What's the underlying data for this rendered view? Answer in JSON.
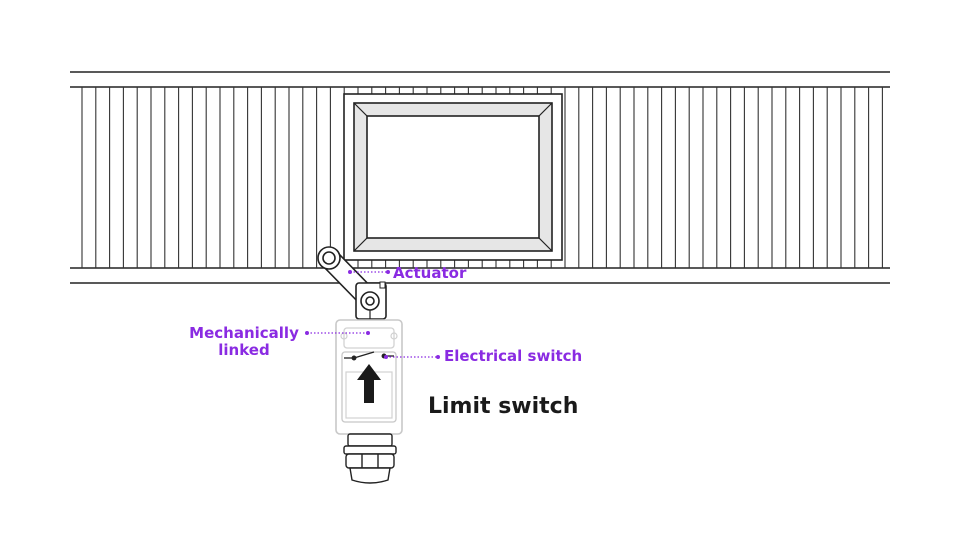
{
  "labels": {
    "actuator": "Actuator",
    "mechanically_linked": "Mechanically linked",
    "electrical_switch": "Electrical switch"
  },
  "title": "Limit switch",
  "colors": {
    "callout": "#8a2be2",
    "line": "#1a1a1a",
    "housing": "#c8c8c8",
    "arrow": "#1a1a1a"
  }
}
